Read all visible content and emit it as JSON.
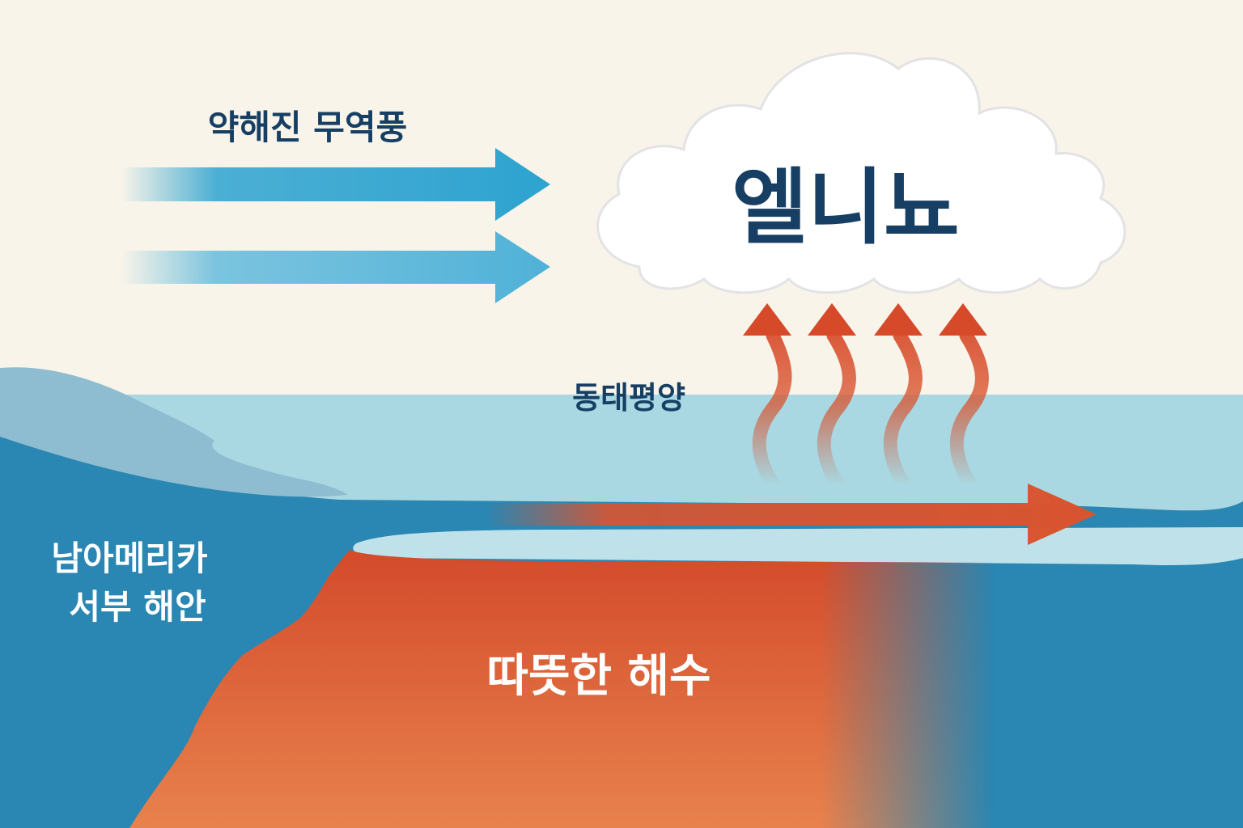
{
  "labels": {
    "wind": "약해진 무역풍",
    "cloud": "엘니뇨",
    "ocean": "동태평양",
    "coast_line1": "남아메리카",
    "coast_line2": "서부 해안",
    "warm_water": "따뜻한 해수"
  },
  "colors": {
    "sky": "#f8f4ea",
    "ocean_surface": "#a9d8e2",
    "deep_ocean": "#2a86b2",
    "land": "#8ebdd2",
    "warm_water": "#dd5a34",
    "wind_arrow": "#2da3d0",
    "heat_arrow": "#d64a2a",
    "dark_text": "#173f63",
    "white_text": "#ffffff"
  },
  "icons": {
    "wind": "right-arrow-icon",
    "heat": "wavy-up-arrow-icon",
    "current": "right-arrow-icon",
    "cloud": "cloud-icon"
  }
}
